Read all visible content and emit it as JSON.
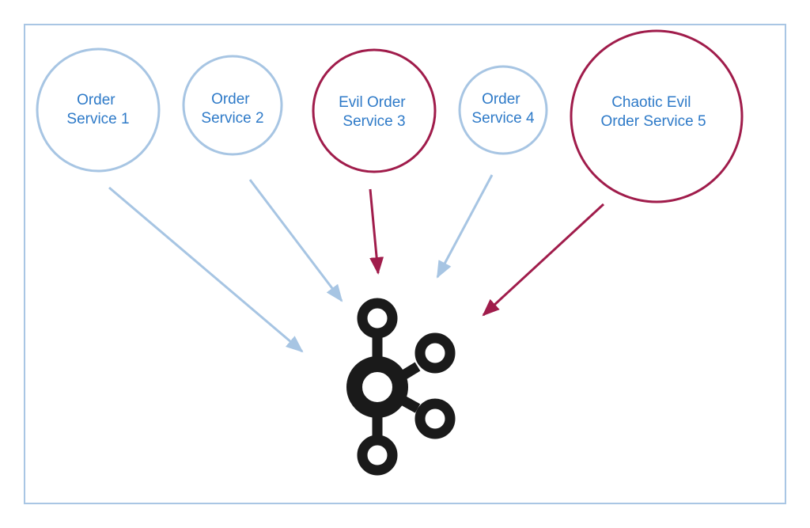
{
  "diagram": {
    "services": [
      {
        "id": "order-service-1",
        "lines": [
          "Order",
          "Service 1"
        ],
        "kind": "normal"
      },
      {
        "id": "order-service-2",
        "lines": [
          "Order",
          "Service 2"
        ],
        "kind": "normal"
      },
      {
        "id": "evil-order-service-3",
        "lines": [
          "Evil Order",
          "Service 3"
        ],
        "kind": "evil"
      },
      {
        "id": "order-service-4",
        "lines": [
          "Order",
          "Service 4"
        ],
        "kind": "normal"
      },
      {
        "id": "chaotic-evil-order-service-5",
        "lines": [
          "Chaotic Evil",
          "Order Service 5"
        ],
        "kind": "evil"
      }
    ],
    "hub_icon": "kafka-logo-icon",
    "colors": {
      "frame": "#a9c6e4",
      "normal_stroke": "#a7c5e3",
      "evil_stroke": "#a01c4b",
      "label_text": "#2e7ac8",
      "hub": "#1a1a1a"
    }
  }
}
